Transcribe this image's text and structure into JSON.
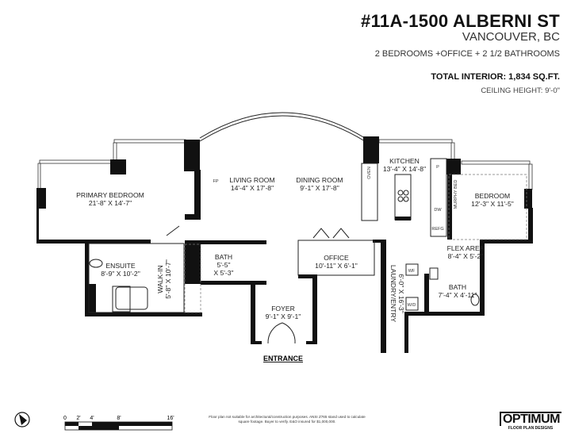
{
  "header": {
    "address": "#11A-1500 ALBERNI ST",
    "city": "VANCOUVER, BC",
    "summary": "2 BEDROOMS +OFFICE + 2 1/2 BATHROOMS",
    "total_interior": "TOTAL INTERIOR:   1,834 SQ.FT.",
    "ceiling_height": "CEILING HEIGHT: 9'-0\""
  },
  "rooms": {
    "primary_bedroom": {
      "name": "PRIMARY BEDROOM",
      "size": "21'-8\" X 14'-7\""
    },
    "living_room": {
      "name": "LIVING ROOM",
      "size": "14'-4\" X 17'-8\""
    },
    "dining_room": {
      "name": "DINING ROOM",
      "size": "9'-1\" X 17'-8\""
    },
    "kitchen": {
      "name": "KITCHEN",
      "size": "13'-4\" X 14'-8\""
    },
    "bedroom": {
      "name": "BEDROOM",
      "size": "12'-3\" X 11'-5\""
    },
    "ensuite": {
      "name": "ENSUITE",
      "size": "8'-9\" X 10'-2\""
    },
    "walk_in": {
      "name": "WALK-IN",
      "size": "5'-8\" X 10'-7\""
    },
    "powder_bath": {
      "name": "BATH",
      "size1": "5'-5\"",
      "size2": "X 5'-3\""
    },
    "office": {
      "name": "OFFICE",
      "size": "10'-11\" X 6'-1\""
    },
    "foyer": {
      "name": "FOYER",
      "size": "9'-1\" X 9'-1\""
    },
    "laundry": {
      "name": "LAUNDRY/ENTRY",
      "size": "6'-0\" X 16'-3\""
    },
    "flex": {
      "name": "FLEX AREA",
      "size": "8'-4\" X 5'-2\""
    },
    "bath2": {
      "name": "BATH",
      "size": "7'-4\" X 4'-11\""
    }
  },
  "fixtures": {
    "fp": "FP",
    "oven": "OVEN",
    "pantry": "P",
    "dw": "DW",
    "refg": "REFG",
    "murphy": "MURPHY BED",
    "wf": "WF",
    "wd": "W/D"
  },
  "entrance": "ENTRANCE",
  "scale": {
    "labels": [
      "0",
      "2'",
      "4'",
      "8'",
      "16'"
    ]
  },
  "compass_icon": "north-arrow-icon",
  "disclaimer": "Floor plan not suitable for architectural/construction purposes. ANSI Z765 stand used to calculate square footage. Buyer to verify. E&O insured for $1,000,000.",
  "logo": {
    "name": "OPTIMUM",
    "tagline": "FLOOR PLAN DESIGNS"
  }
}
